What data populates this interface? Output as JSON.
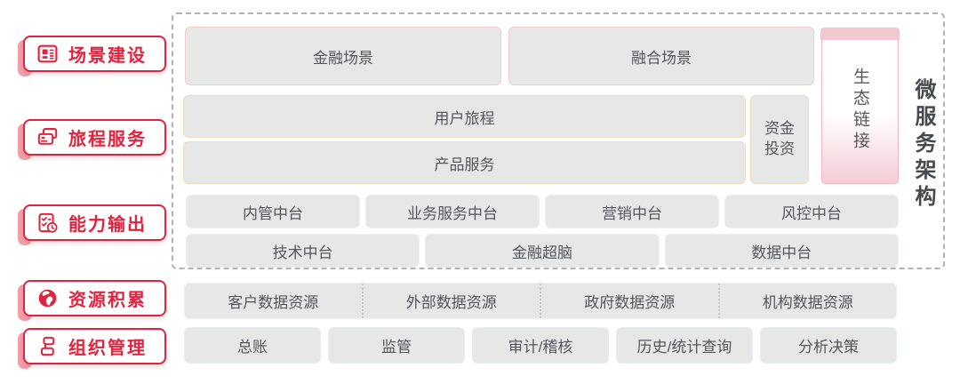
{
  "colors": {
    "accent_red": "#e0233e",
    "ribbon_pink": "#f19fab",
    "scene_border_pink": "#f3c9d0",
    "journey_border_wheat": "#eddcbe",
    "eco_cap_pink": "#f2c7d0",
    "box_fill_gray": "#e6e7e7",
    "box_text_gray": "#54585c",
    "dashed_border_gray": "#b2b2b2"
  },
  "sidebar": {
    "items": [
      {
        "label": "场景建设",
        "icon": "layout-grid-icon"
      },
      {
        "label": "旅程服务",
        "icon": "cards-icon"
      },
      {
        "label": "能力输出",
        "icon": "checklist-clock-icon"
      },
      {
        "label": "资源积累",
        "icon": "globe-icon"
      },
      {
        "label": "组织管理",
        "icon": "org-structure-icon"
      }
    ]
  },
  "architecture": {
    "microservice_label": "微服务架构",
    "eco_link_label": "生态链接",
    "scenes": {
      "finance": "金融场景",
      "fusion": "融合场景"
    },
    "journey": {
      "user_journey": "用户旅程",
      "product_service": "产品服务",
      "funds_lines": [
        "资金",
        "投资"
      ]
    },
    "platforms_row1": [
      "内管中台",
      "业务服务中台",
      "营销中台",
      "风控中台"
    ],
    "platforms_row2": [
      "技术中台",
      "金融超脑",
      "数据中台"
    ]
  },
  "resources": {
    "segments": [
      "客户数据资源",
      "外部数据资源",
      "政府数据资源",
      "机构数据资源"
    ]
  },
  "management": {
    "items": [
      "总账",
      "监管",
      "审计/稽核",
      "历史/统计查询",
      "分析决策"
    ]
  }
}
